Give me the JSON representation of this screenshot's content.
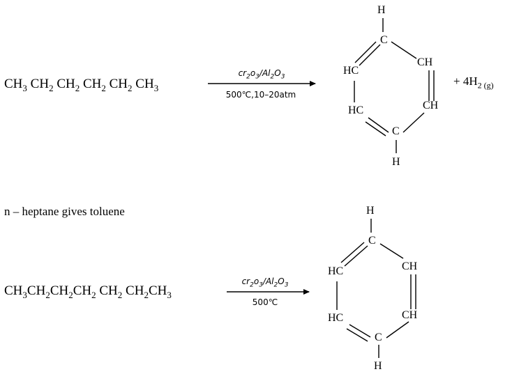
{
  "reaction1": {
    "reactant": [
      "CH",
      "3",
      " CH",
      "2",
      " CH",
      "2",
      " CH",
      "2",
      " CH",
      "2",
      " CH",
      "3"
    ],
    "catalyst": [
      "cr",
      "2",
      "o",
      "3",
      "/Al",
      "2",
      "O",
      "3"
    ],
    "conditions": "500℃,10–20atm",
    "ring_labels": [
      "H",
      "C",
      "CH",
      "CH",
      "C",
      "H",
      "HC",
      "HC"
    ],
    "byproduct": [
      "+ 4H",
      "2 (g)"
    ]
  },
  "caption": "n – heptane gives toluene",
  "reaction2": {
    "reactant": [
      "CH",
      "3",
      "CH",
      "2",
      "CH",
      "2",
      "CH",
      "2",
      " CH",
      "2",
      " CH",
      "2",
      "CH",
      "3"
    ],
    "catalyst": [
      "cr",
      "2",
      "o",
      "3",
      "/Al",
      "2",
      "O",
      "3"
    ],
    "conditions": "500℃",
    "ring_labels": [
      "H",
      "C",
      "CH",
      "CH",
      "C",
      "H",
      "HC",
      "HC"
    ]
  },
  "colors": {
    "ink": "#000000",
    "background": "#ffffff"
  }
}
